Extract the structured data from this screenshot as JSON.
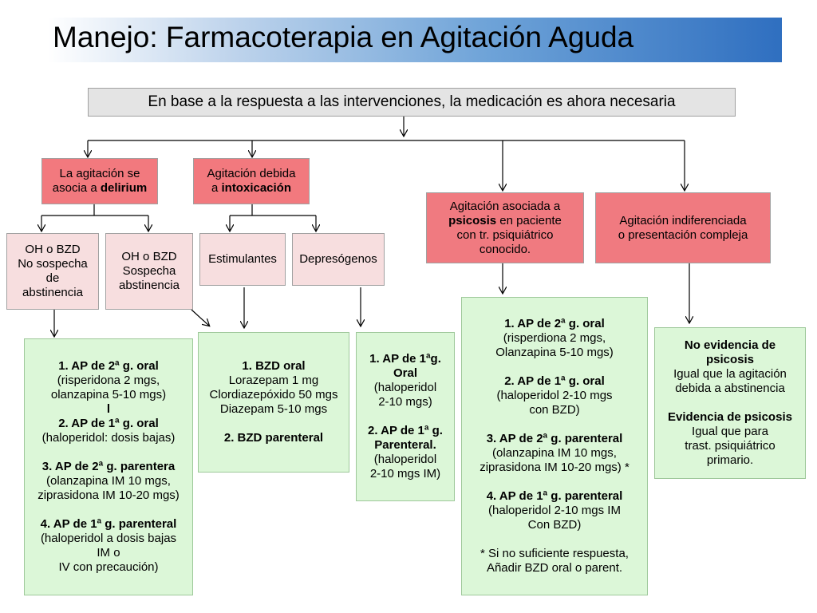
{
  "title": "Manejo: Farmacoterapia en Agitación Aguda",
  "top_box": "En base a la respuesta a las intervenciones, la medicación es ahora necesaria",
  "categories": {
    "delirium": {
      "line1": "La agitación se",
      "line2_pre": "asocia a ",
      "line2_bold": "delirium"
    },
    "intoxicacion": {
      "line1": "Agitación debida",
      "line2_pre": " a ",
      "line2_bold": "intoxicación"
    },
    "psicosis": {
      "line1": "Agitación asociada a",
      "line2_bold": "psicosis",
      "line2_post": " en paciente",
      "line3": "con tr. psiquiátrico",
      "line4": "conocido."
    },
    "indiferenciada": {
      "line1": "Agitación indiferenciada",
      "line2": "o presentación compleja"
    }
  },
  "sub": {
    "oh_no": [
      "OH o BZD",
      "No sospecha",
      "de",
      "abstinencia"
    ],
    "oh_si": [
      "OH o BZD",
      "Sospecha",
      "abstinencia"
    ],
    "estimulantes": "Estimulantes",
    "depresogenos": "Depresógenos"
  },
  "treat": {
    "delirium": {
      "l1": "1. AP de 2ª g. oral",
      "l2": "(risperidona 2 mgs,",
      "l3": "olanzapina 5-10 mgs)",
      "l4": "l",
      "l5": "2. AP de 1ª g. oral",
      "l6": "(haloperidol: dosis bajas)",
      "l7": "3. AP de 2ª g. parentera",
      "l8": "(olanzapina IM 10 mgs,",
      "l9": "ziprasidona IM 10-20 mgs)",
      "l10": "4. AP de 1ª g. parenteral",
      "l11": "(haloperidol a dosis bajas",
      "l12": "IM o",
      "l13": "IV con precaución)"
    },
    "bzd": {
      "l1": "1. BZD oral",
      "l2": "Lorazepam 1 mg",
      "l3": "Clordiazepóxido 50 mgs",
      "l4": "Diazepam 5-10 mgs",
      "l5": "2. BZD parenteral"
    },
    "depresogenos": {
      "l1": "1. AP de 1ªg.",
      "l2": "Oral",
      "l3": "(haloperidol",
      "l4": "2-10 mgs)",
      "l5": "2. AP de 1ª g.",
      "l6": "Parenteral.",
      "l7": "(haloperidol",
      "l8": "2-10 mgs IM)"
    },
    "psicosis": {
      "l1": "1. AP de 2ª g. oral",
      "l2": "(risperdiona 2 mgs,",
      "l3": "Olanzapina 5-10 mgs)",
      "l4": "2. AP de 1ª g. oral",
      "l5": "(haloperidol 2-10 mgs",
      "l6": "con BZD)",
      "l7": "3. AP de 2ª g. parenteral",
      "l8": "(olanzapina IM 10 mgs,",
      "l9": "ziprasidona IM 10-20 mgs) *",
      "l10": "4. AP de 1ª g. parenteral",
      "l11": "(haloperidol 2-10 mgs IM",
      "l12": "Con BZD)",
      "l13": "* Si no suficiente respuesta,",
      "l14": "Añadir BZD oral o parent."
    },
    "indiferenciada": {
      "l1": "No evidencia de",
      "l2": "psicosis",
      "l3": "Igual que la agitación",
      "l4": "debida a abstinencia",
      "l5": "Evidencia de psicosis",
      "l6": "Igual que para",
      "l7": "trast. psiquiátrico",
      "l8": "primario."
    }
  },
  "colors": {
    "category_fill": "#f2797e",
    "sub_fill": "#f7dedf",
    "treatment_fill": "#dcf7d8",
    "top_fill": "#e4e4e4",
    "title_gradient_end": "#2f6fc0"
  }
}
